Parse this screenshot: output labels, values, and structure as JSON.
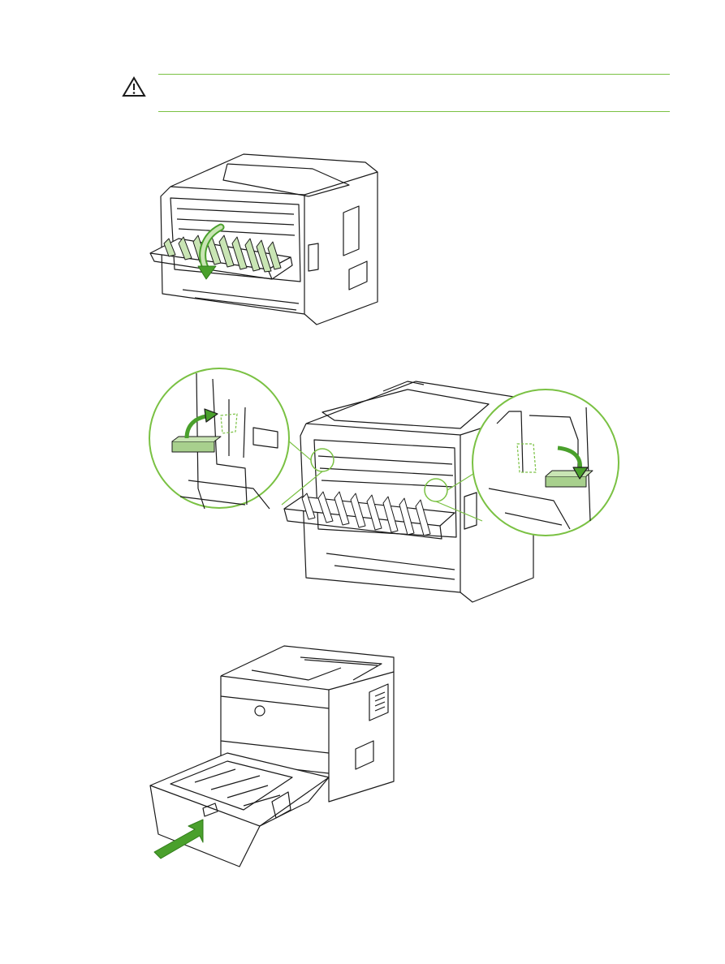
{
  "caution": {
    "icon": "caution-triangle-icon"
  },
  "colors": {
    "accent": "#7ac143",
    "highlight_fill": "#c9e5b4",
    "line": "#1a1a1a"
  },
  "figures": [
    {
      "name": "printer-rear-door-open",
      "icon": "curved-arrow-down-icon"
    },
    {
      "name": "printer-green-levers-lowered",
      "icon": "curved-arrow-icon"
    },
    {
      "name": "printer-tray-pulled-out",
      "icon": "arrow-out-icon"
    }
  ]
}
